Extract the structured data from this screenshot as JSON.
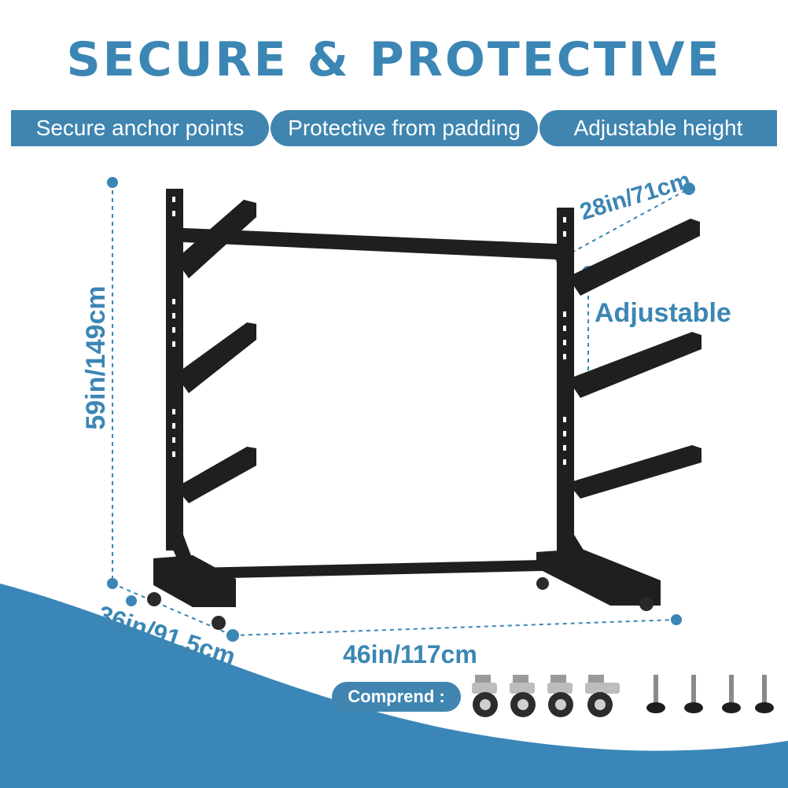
{
  "title": "SECURE & PROTECTIVE",
  "features": [
    {
      "label": "Secure anchor points"
    },
    {
      "label": "Protective from padding"
    },
    {
      "label": "Adjustable height"
    }
  ],
  "dimensions": {
    "height": "59in/149cm",
    "top_width": "28in/71cm",
    "adjustable": "Adjustable",
    "depth": "36in/91.5cm",
    "width": "46in/117cm"
  },
  "includes": {
    "label": "Comprend :",
    "caster_wheels": 4,
    "leveling_feet": 4
  },
  "colors": {
    "accent": "#3b86b4",
    "pill": "#3f85b0",
    "rack": "#1f1f1f",
    "bottom_wave": "#3a86b8"
  },
  "icons": [
    "caster-wheel-icon",
    "leveling-foot-icon"
  ]
}
